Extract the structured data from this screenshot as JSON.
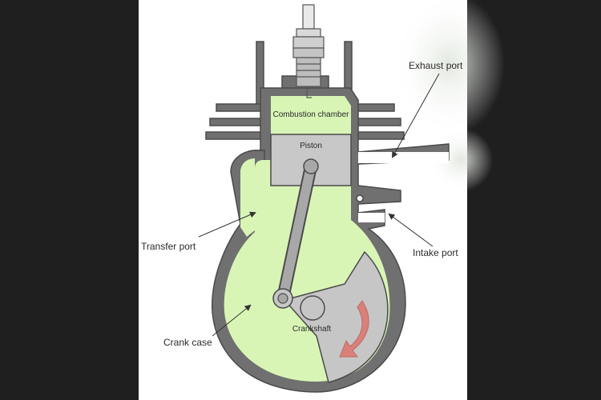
{
  "labels": {
    "exhaust_port": "Exhaust port",
    "combustion_chamber": "Combustion chamber",
    "piston": "Piston",
    "transfer_port": "Transfer port",
    "intake_port": "Intake port",
    "crank_case": "Crank case",
    "crankshaft": "Crankshaft"
  },
  "colors": {
    "background": "#1f1f1f",
    "panel": "#ffffff",
    "wall": "#6f6f6f",
    "wall_stroke": "#4a4a4a",
    "gas": "#d8f5b6",
    "metal": "#c9c9c9",
    "arrow": "#d9807a"
  }
}
